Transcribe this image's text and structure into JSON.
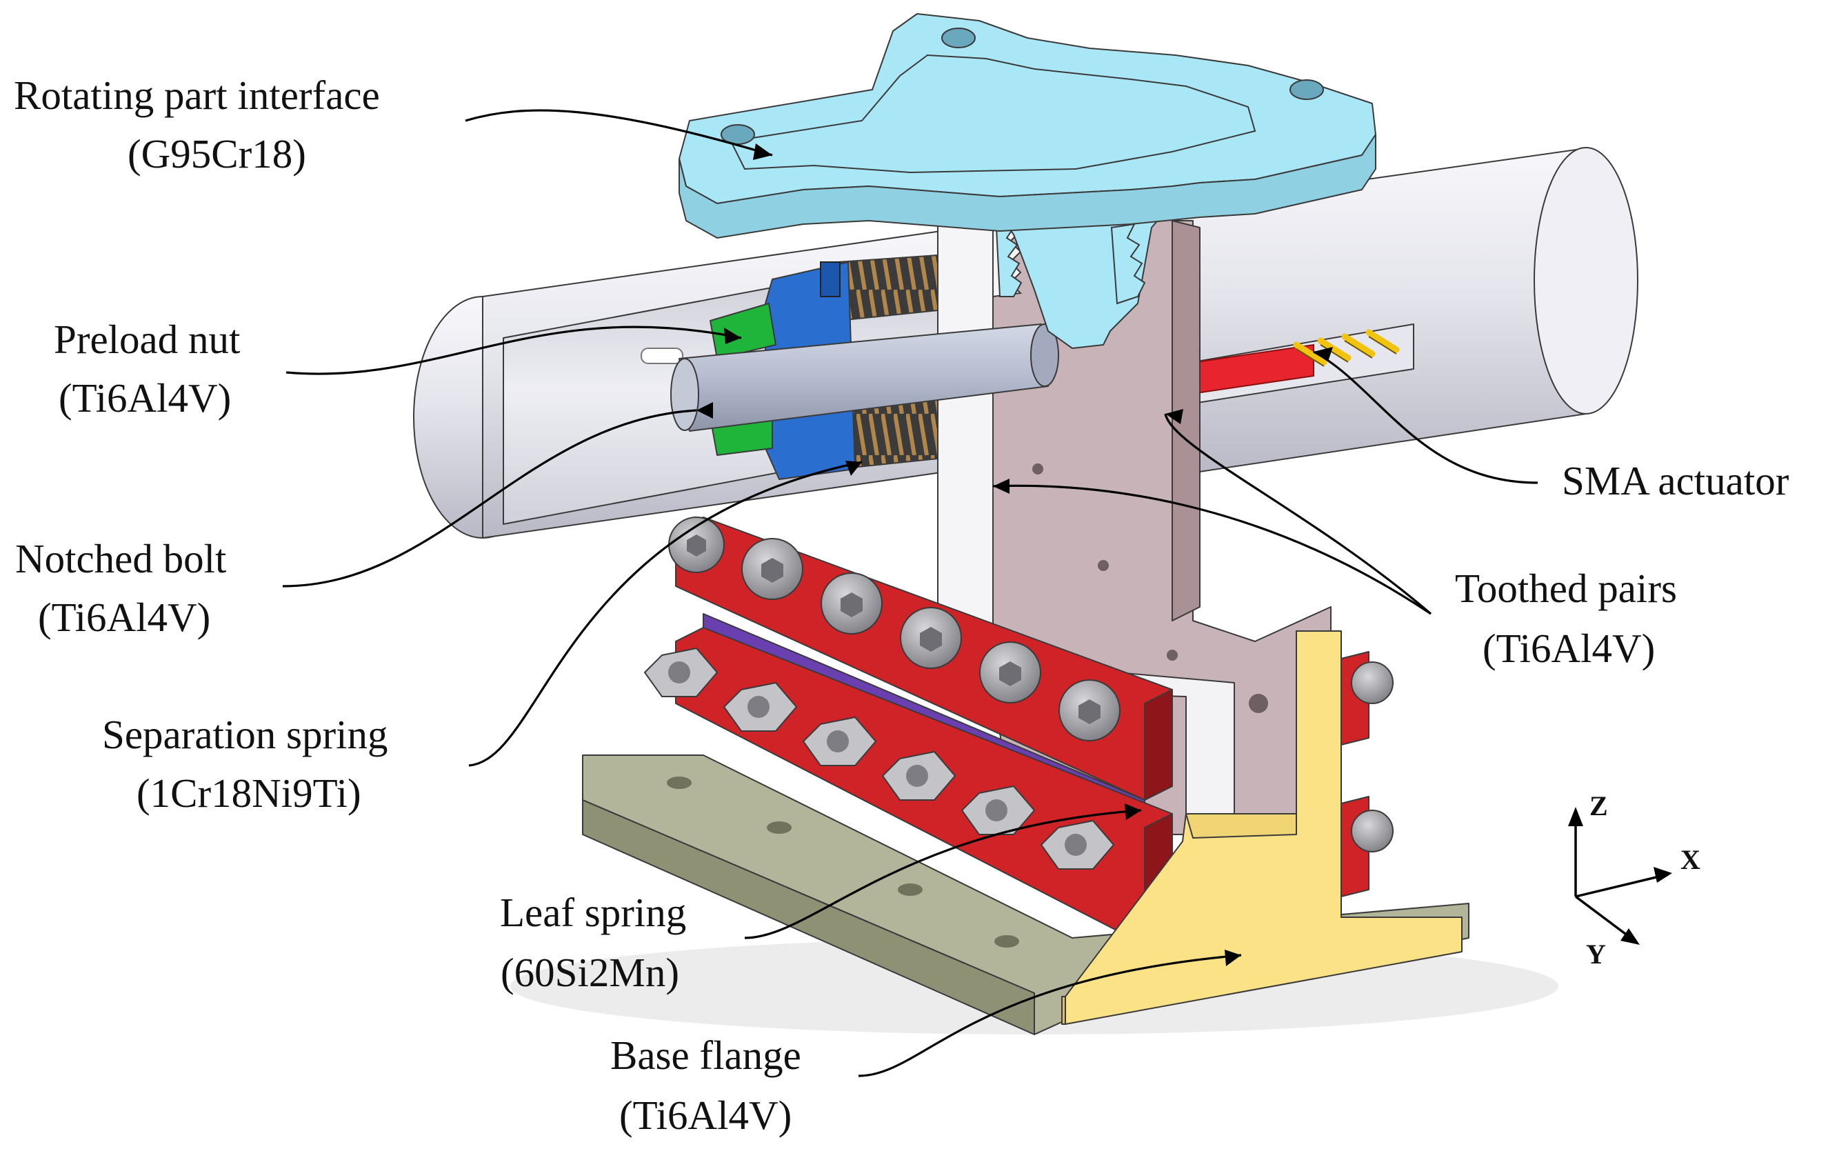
{
  "labels": {
    "rotating_interface": {
      "name": "Rotating part interface",
      "material": "(G95Cr18)"
    },
    "preload_nut": {
      "name": "Preload nut",
      "material": "(Ti6Al4V)"
    },
    "notched_bolt": {
      "name": "Notched bolt",
      "material": "(Ti6Al4V)"
    },
    "separation_spring": {
      "name": "Separation spring",
      "material": "(1Cr18Ni9Ti)"
    },
    "leaf_spring": {
      "name": "Leaf spring",
      "material": "(60Si2Mn)"
    },
    "base_flange": {
      "name": "Base flange",
      "material": "(Ti6Al4V)"
    },
    "sma_actuator": {
      "name": "SMA actuator"
    },
    "toothed_pairs": {
      "name": "Toothed pairs",
      "material": "(Ti6Al4V)"
    }
  },
  "axes": {
    "z": "Z",
    "x": "X",
    "y": "Y"
  },
  "colors": {
    "rotating_interface": "#a9e6f6",
    "preload_nut": "#1fb43a",
    "nut_flange": "#2a6fd0",
    "notched_bolt": "#bcc3d6",
    "housing": "#dedee8",
    "toothed_plate": "#c7b3b8",
    "toothed_white": "#f5f5f8",
    "leaf_spring_red": "#cf2328",
    "leaf_spring_violet": "#6a3fb0",
    "base_flange_yellow": "#fbe287",
    "base_plate_olive": "#b3b59a",
    "bolt_grey": "#9a9a9e",
    "sma_wire": "#f1c40f",
    "sma_red": "#e8242e"
  }
}
